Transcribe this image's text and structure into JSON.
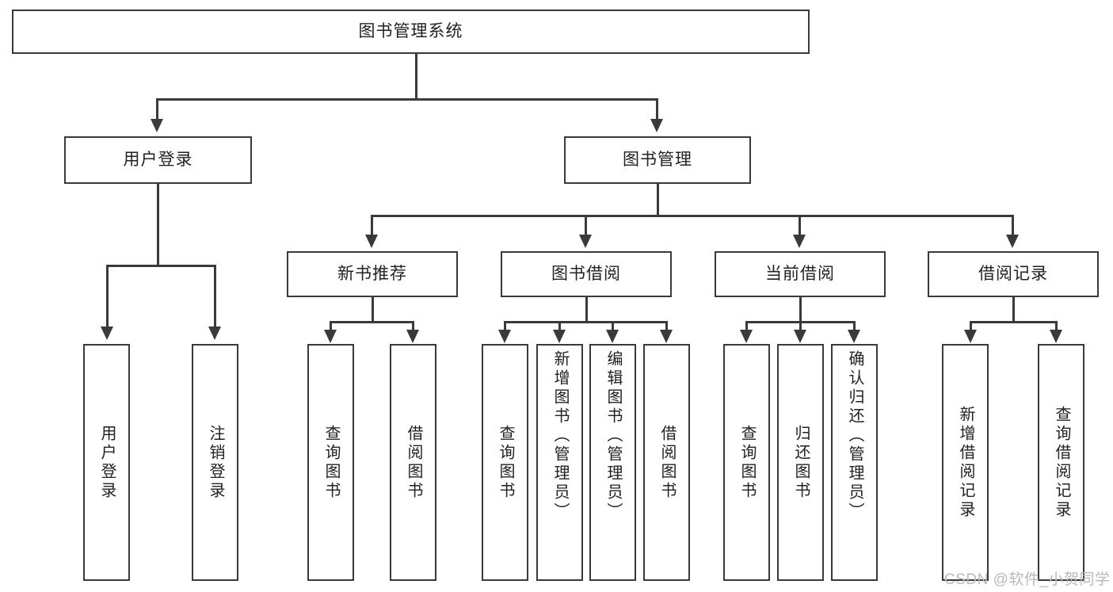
{
  "diagram": {
    "type": "tree-hierarchy",
    "title": "图书管理系统",
    "root": {
      "id": "root",
      "label": "图书管理系统"
    },
    "level2": [
      {
        "id": "user-login",
        "label": "用户登录"
      },
      {
        "id": "book-manage",
        "label": "图书管理"
      }
    ],
    "level3": [
      {
        "id": "new-book-rec",
        "label": "新书推荐"
      },
      {
        "id": "book-borrow",
        "label": "图书借阅"
      },
      {
        "id": "current-borrow",
        "label": "当前借阅"
      },
      {
        "id": "borrow-record",
        "label": "借阅记录"
      }
    ],
    "leaves": {
      "user_login": [
        {
          "id": "leaf-user-login",
          "label": "用户登录"
        },
        {
          "id": "leaf-logout",
          "label": "注销登录"
        }
      ],
      "new_book_rec": [
        {
          "id": "leaf-query-book-1",
          "label": "查询图书"
        },
        {
          "id": "leaf-borrow-book-1",
          "label": "借阅图书"
        }
      ],
      "book_borrow": [
        {
          "id": "leaf-query-book-2",
          "label": "查询图书"
        },
        {
          "id": "leaf-add-book",
          "label": "新增图书（管理员）"
        },
        {
          "id": "leaf-edit-book",
          "label": "编辑图书（管理员）"
        },
        {
          "id": "leaf-borrow-book-2",
          "label": "借阅图书"
        }
      ],
      "current_borrow": [
        {
          "id": "leaf-query-book-3",
          "label": "查询图书"
        },
        {
          "id": "leaf-return-book",
          "label": "归还图书"
        },
        {
          "id": "leaf-confirm-return",
          "label": "确认归还（管理员）"
        }
      ],
      "borrow_record": [
        {
          "id": "leaf-add-record",
          "label": "新增借阅记录"
        },
        {
          "id": "leaf-query-record",
          "label": "查询借阅记录"
        }
      ]
    }
  },
  "watermark": {
    "text": "CSDN @软件_小贺同学"
  },
  "colors": {
    "stroke": "#3a3a3a",
    "text": "#222222",
    "background": "#ffffff",
    "watermark": "#b9b9b9"
  }
}
